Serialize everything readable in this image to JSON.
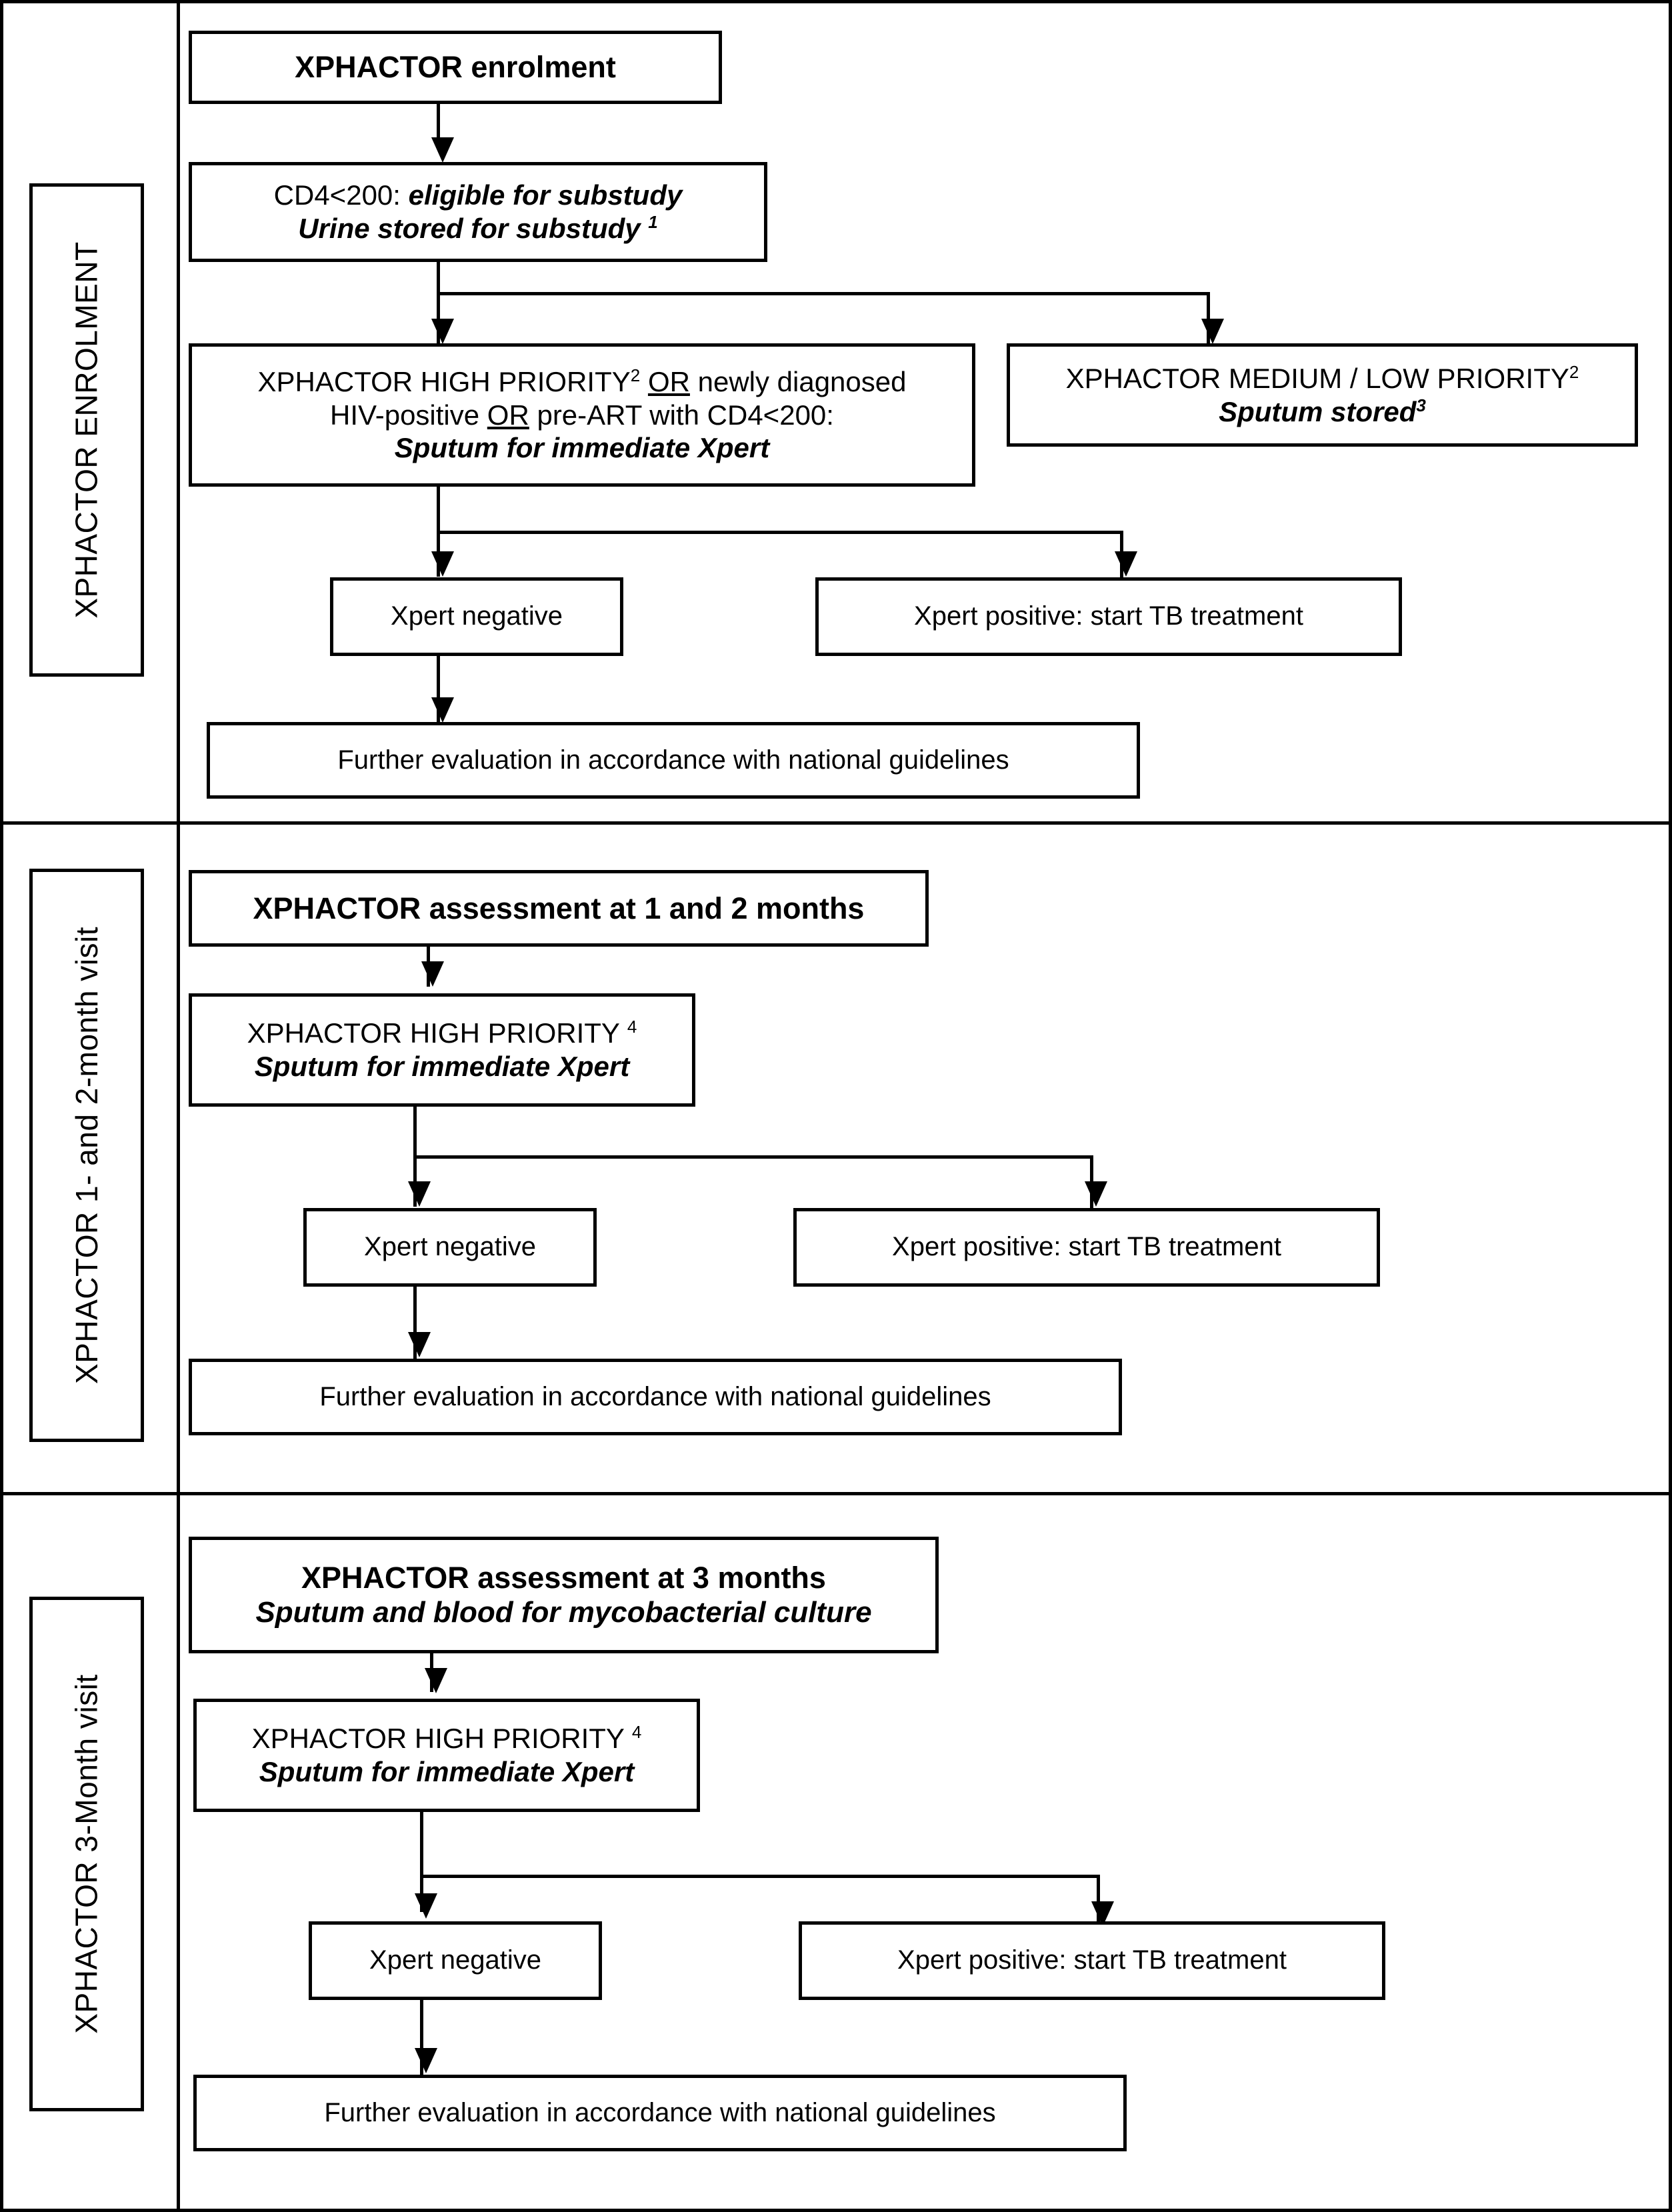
{
  "diagram": {
    "title": "XPHACTOR study flow diagram",
    "line_color": "#000000",
    "background": "#ffffff"
  },
  "sections": [
    {
      "id": "enrolment",
      "phase_label": "XPHACTOR ENROLMENT",
      "nodes": {
        "start": {
          "line1": "XPHACTOR enrolment"
        },
        "cd4": {
          "line1_plain": "CD4<200: ",
          "line1_em": "eligible for substudy",
          "line2_em": "Urine stored for substudy ",
          "line2_sup": "1"
        },
        "high_priority": {
          "line1_a": "XPHACTOR HIGH PRIORITY",
          "line1_sup": "2",
          "line1_or": "OR",
          "line1_b": " newly diagnosed",
          "line2_a": "HIV-positive ",
          "line2_or": "OR",
          "line2_b": " pre-ART with CD4<200:",
          "line3_em": "Sputum for immediate Xpert"
        },
        "medium_low_priority": {
          "line1_a": "XPHACTOR MEDIUM / LOW PRIORITY",
          "line1_sup": "2",
          "line2_em": "Sputum stored",
          "line2_sup": "3"
        },
        "xpert_negative": {
          "line1": "Xpert negative"
        },
        "xpert_positive": {
          "line1": "Xpert positive: start TB treatment"
        },
        "further_eval": {
          "line1": "Further evaluation in accordance with national guidelines"
        }
      }
    },
    {
      "id": "visit-1-2-month",
      "phase_label": "XPHACTOR 1- and 2-month visit",
      "nodes": {
        "start": {
          "line1": "XPHACTOR assessment at 1 and 2 months"
        },
        "high_priority": {
          "line1_a": "XPHACTOR HIGH PRIORITY ",
          "line1_sup": "4",
          "line2_em": "Sputum for immediate Xpert"
        },
        "xpert_negative": {
          "line1": "Xpert negative"
        },
        "xpert_positive": {
          "line1": "Xpert positive: start TB treatment"
        },
        "further_eval": {
          "line1": "Further evaluation in accordance with national guidelines"
        }
      }
    },
    {
      "id": "visit-3-month",
      "phase_label": "XPHACTOR 3-Month visit",
      "nodes": {
        "start": {
          "line1": "XPHACTOR assessment at 3 months",
          "line2_em": "Sputum and blood for mycobacterial culture"
        },
        "high_priority": {
          "line1_a": "XPHACTOR HIGH PRIORITY ",
          "line1_sup": "4",
          "line2_em": "Sputum for immediate Xpert"
        },
        "xpert_negative": {
          "line1": "Xpert negative"
        },
        "xpert_positive": {
          "line1": "Xpert positive: start TB treatment"
        },
        "further_eval": {
          "line1": "Further evaluation in accordance with national guidelines"
        }
      }
    }
  ]
}
